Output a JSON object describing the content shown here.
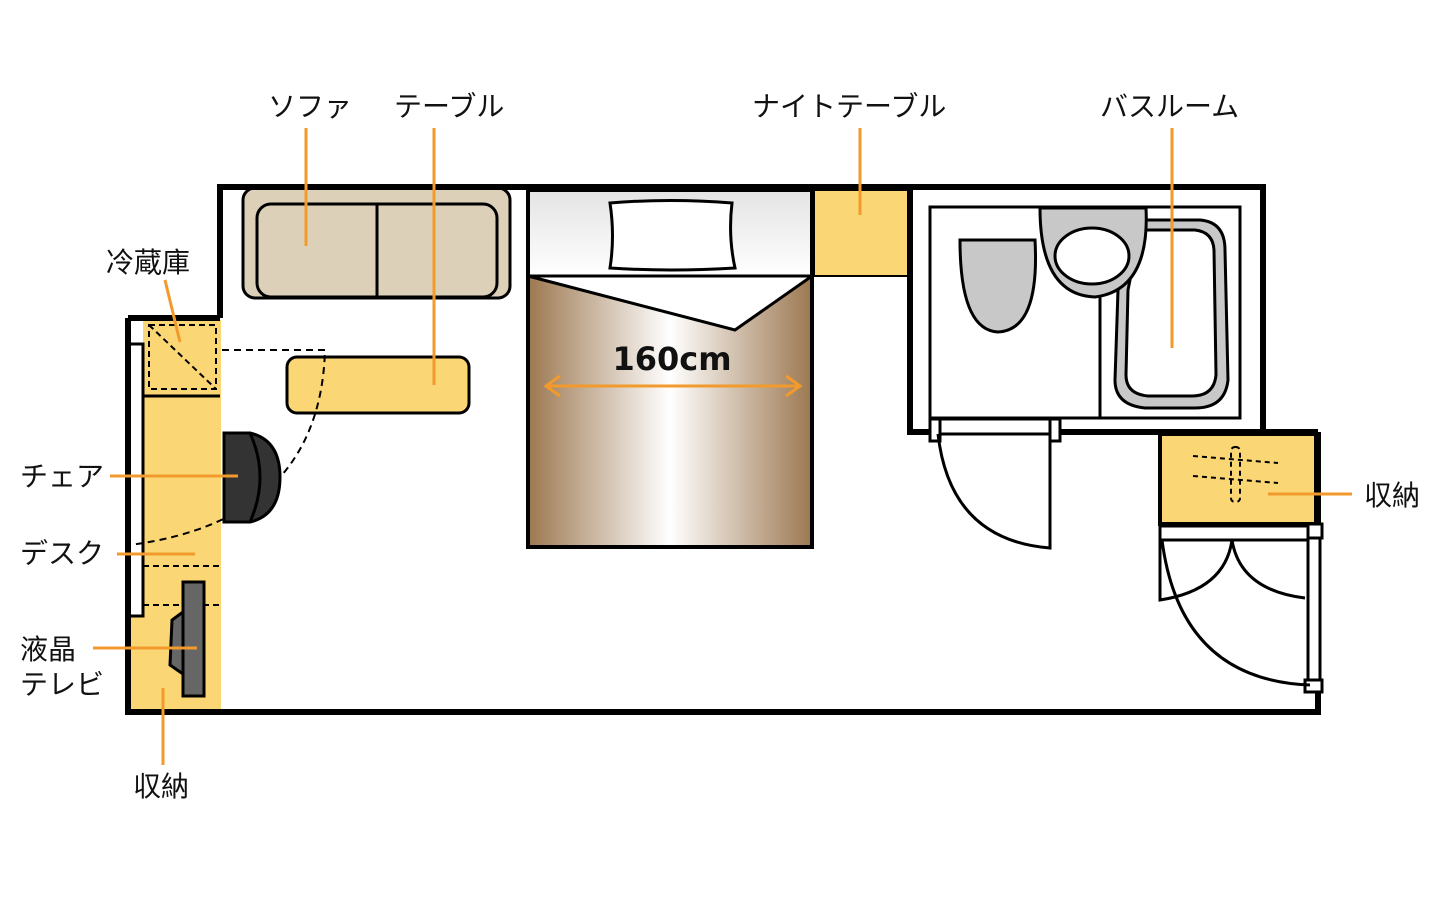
{
  "title": "Floor plan",
  "colors": {
    "wall": "#000000",
    "furniture": "#fad674",
    "sofa": "#ddd0b9",
    "leader": "#f39a2c",
    "fixture": "#c8c8c8",
    "bed_wood": "#9c7850"
  },
  "labels": {
    "sofa": "ソファ",
    "table": "テーブル",
    "night_table": "ナイトテーブル",
    "bathroom": "バスルーム",
    "fridge": "冷蔵庫",
    "chair": "チェア",
    "desk": "デスク",
    "tv_line1": "液晶",
    "tv_line2": "テレビ",
    "storage_left": "収納",
    "storage_right": "収納"
  },
  "bed_width": "160cm"
}
